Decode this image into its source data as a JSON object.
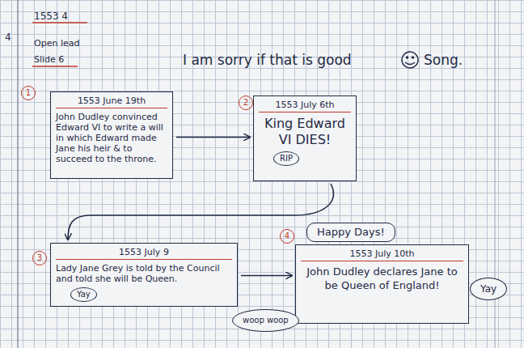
{
  "diagram": {
    "nodes": [
      {
        "text": [
          "1553 June 19th",
          "John Dudley convinced Edward VI to write a will in which Edward made Jane his heir & to succeed to the throne."
        ]
      },
      {
        "text": [
          "1553 July 6th",
          "King Edward VI DIES!"
        ]
      },
      {
        "text": [
          "RIP"
        ],
        "in": 1
      },
      {
        "text": [
          "1553 July 9",
          "Lady Jane Grey is told by the Council and told she will be Queen."
        ]
      },
      {
        "text": [
          "Yay"
        ],
        "in": 3
      },
      {
        "text": [
          "Happy Days!"
        ]
      },
      {
        "text": [
          "1553 July 10th",
          "John Dudley declares Jane to be Queen of England!"
        ]
      },
      {
        "text": [
          "woop woop"
        ]
      },
      {
        "text": [
          "Yay"
        ]
      }
    ],
    "edges": [
      {
        "from": 0,
        "to": 1,
        "arrow": "to"
      },
      {
        "from": 1,
        "to": 3,
        "arrow": "to"
      },
      {
        "from": 3,
        "to": 6,
        "arrow": "to"
      }
    ],
    "labels": [
      "1553 4",
      "4",
      "Open lead",
      "Slide 6",
      "1",
      "2",
      "3",
      "4",
      "I am sorry if that is good",
      "Song."
    ]
  }
}
